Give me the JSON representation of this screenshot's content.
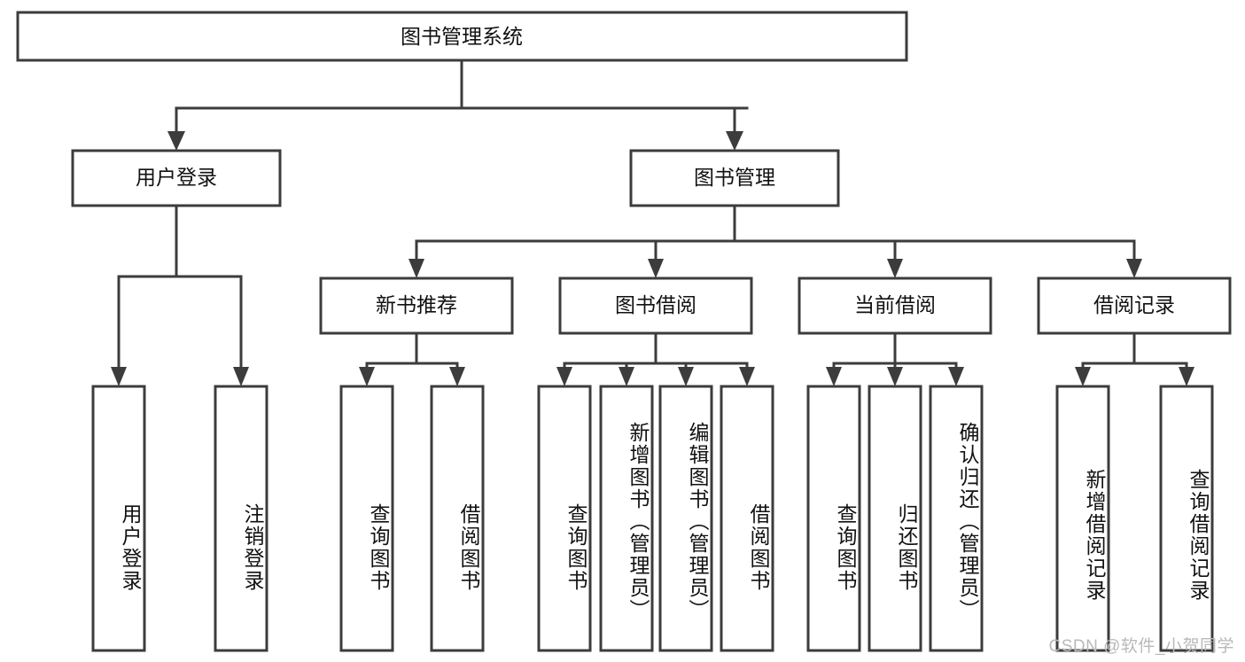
{
  "diagram": {
    "title": "图书管理系统",
    "watermark": "CSDN @软件_小贺同学",
    "level1": {
      "label": "图书管理系统"
    },
    "level2": [
      {
        "label": "用户登录"
      },
      {
        "label": "图书管理"
      }
    ],
    "level3": [
      {
        "label": "新书推荐"
      },
      {
        "label": "图书借阅"
      },
      {
        "label": "当前借阅"
      },
      {
        "label": "借阅记录"
      }
    ],
    "leaves": [
      {
        "label": "用户登录",
        "parent": "用户登录"
      },
      {
        "label": "注销登录",
        "parent": "用户登录"
      },
      {
        "label": "查询图书",
        "parent": "新书推荐"
      },
      {
        "label": "借阅图书",
        "parent": "新书推荐"
      },
      {
        "label": "查询图书",
        "parent": "图书借阅"
      },
      {
        "label": "新增图书（管理员）",
        "parent": "图书借阅"
      },
      {
        "label": "编辑图书（管理员）",
        "parent": "图书借阅"
      },
      {
        "label": "借阅图书",
        "parent": "图书借阅"
      },
      {
        "label": "查询图书",
        "parent": "当前借阅"
      },
      {
        "label": "归还图书",
        "parent": "当前借阅"
      },
      {
        "label": "确认归还（管理员）",
        "parent": "当前借阅"
      },
      {
        "label": "新增借阅记录",
        "parent": "借阅记录"
      },
      {
        "label": "查询借阅记录",
        "parent": "借阅记录"
      }
    ],
    "colors": {
      "stroke": "#3c3c3c",
      "fill": "#ffffff",
      "text": "#111111",
      "watermark": "#b9b9b9"
    }
  }
}
